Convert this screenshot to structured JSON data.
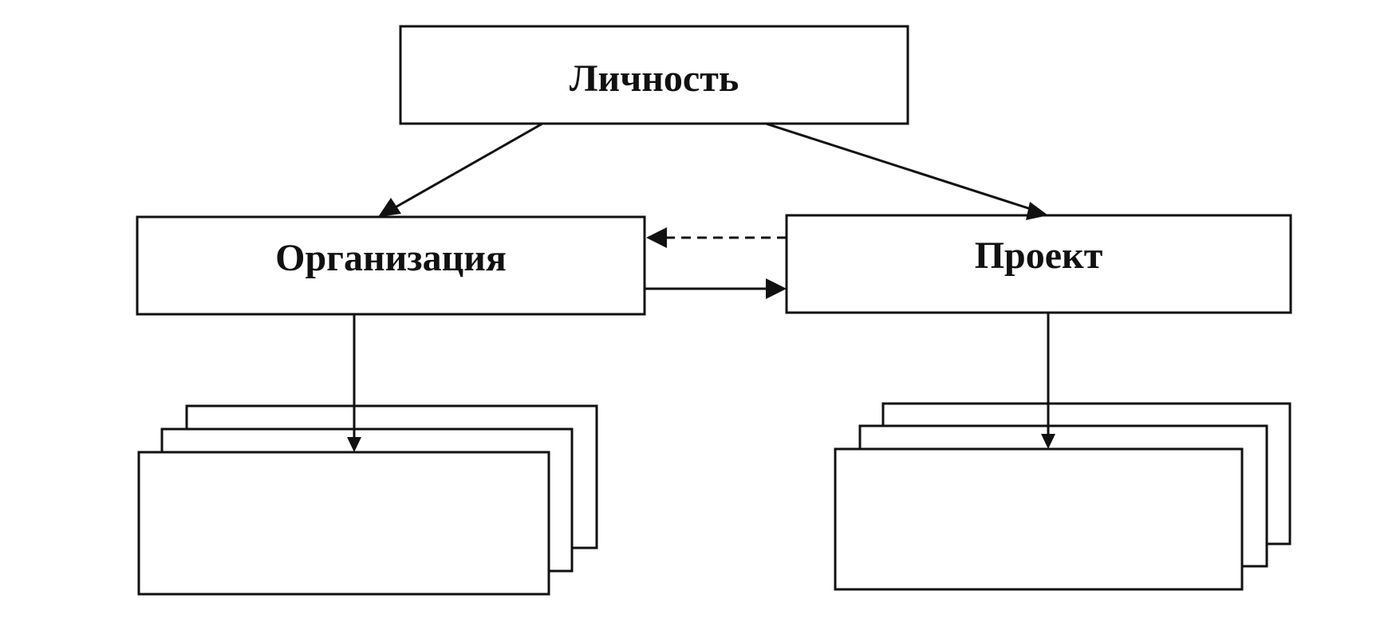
{
  "nodes": {
    "person": {
      "label": "Личность"
    },
    "organization": {
      "label": "Организация"
    },
    "project": {
      "label": "Проект"
    },
    "organization_stack": {
      "label": ""
    },
    "project_stack": {
      "label": ""
    }
  },
  "edges": [
    {
      "from": "person",
      "to": "organization",
      "style": "solid"
    },
    {
      "from": "person",
      "to": "project",
      "style": "solid"
    },
    {
      "from": "project",
      "to": "organization",
      "style": "dashed"
    },
    {
      "from": "organization",
      "to": "project",
      "style": "solid"
    },
    {
      "from": "organization",
      "to": "organization_stack",
      "style": "solid"
    },
    {
      "from": "project",
      "to": "project_stack",
      "style": "solid"
    }
  ],
  "colors": {
    "stroke": "#111111",
    "background": "#ffffff"
  }
}
